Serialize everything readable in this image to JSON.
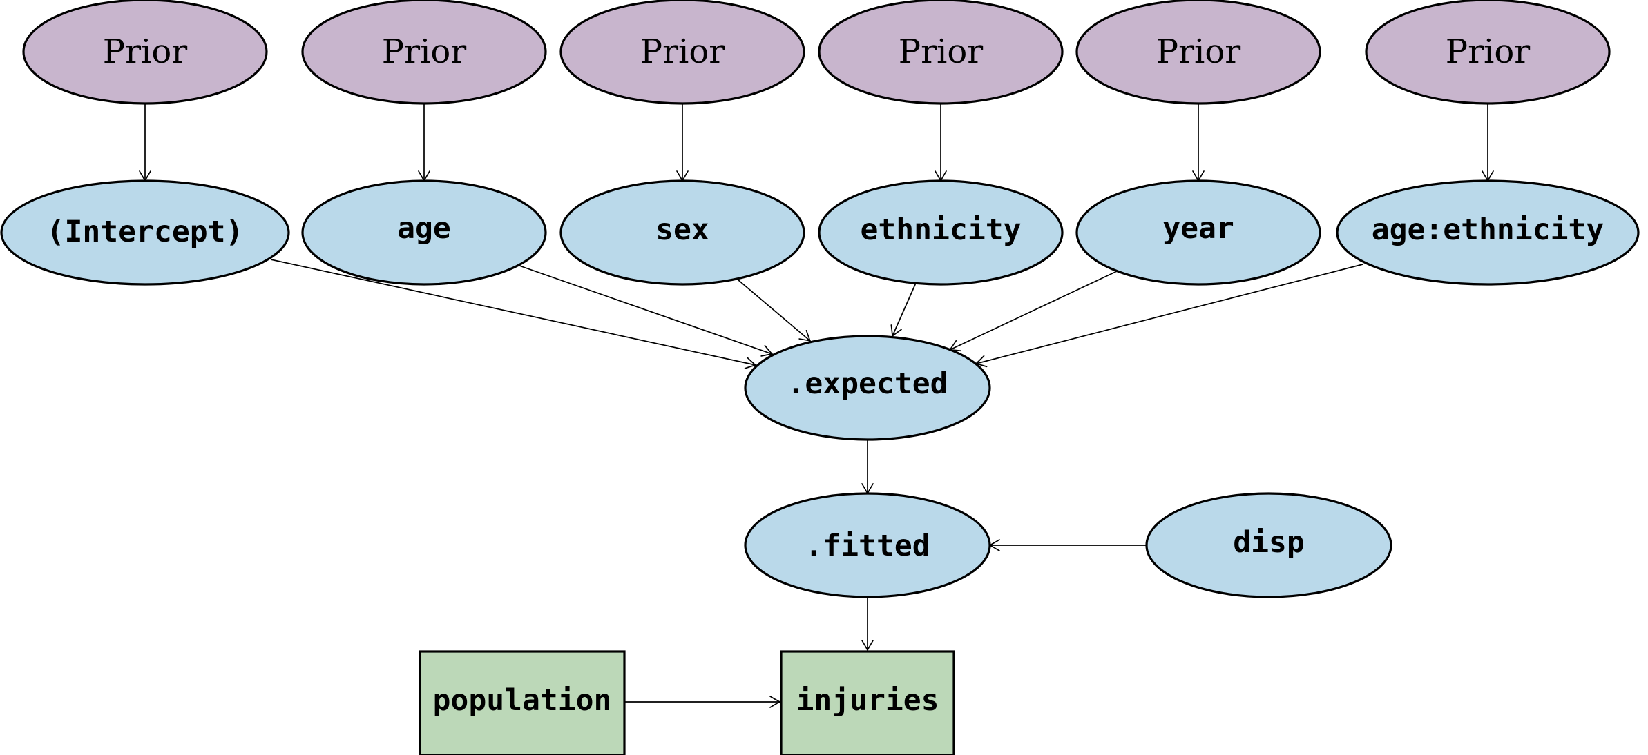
{
  "diagram": {
    "priors": [
      {
        "id": "prior-intercept",
        "label": "Prior",
        "target": "intercept"
      },
      {
        "id": "prior-age",
        "label": "Prior",
        "target": "age"
      },
      {
        "id": "prior-sex",
        "label": "Prior",
        "target": "sex"
      },
      {
        "id": "prior-ethnicity",
        "label": "Prior",
        "target": "ethnicity"
      },
      {
        "id": "prior-year",
        "label": "Prior",
        "target": "year"
      },
      {
        "id": "prior-age-ethnicity",
        "label": "Prior",
        "target": "age-ethnicity"
      }
    ],
    "parameters": {
      "intercept": "(Intercept)",
      "age": "age",
      "sex": "sex",
      "ethnicity": "ethnicity",
      "year": "year",
      "age_ethnicity": "age:ethnicity"
    },
    "expected": ".expected",
    "fitted": ".fitted",
    "disp": "disp",
    "population": "population",
    "injuries": "injuries",
    "colors": {
      "prior_fill": "#c8b5cd",
      "parameter_fill": "#bad9ea",
      "data_fill": "#bcd8b8",
      "stroke": "#000000"
    }
  }
}
